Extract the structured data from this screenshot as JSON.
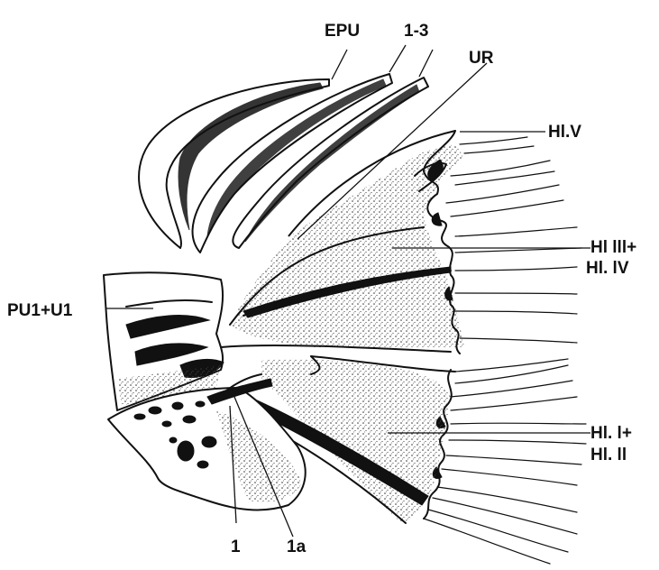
{
  "labels": {
    "epu": "EPU",
    "uroneural": "1-3",
    "ur": "UR",
    "hypural_5": "Hl.V",
    "hypural_3_4_line1": "Hl lll+",
    "hypural_3_4_line2": "Hl. lV",
    "pu1_u1": "PU1+U1",
    "hypural_1_2_line1": "Hl. l+",
    "hypural_1_2_line2": "Hl. ll",
    "parhypural_1": "1",
    "parhypural_1a": "1a"
  },
  "colors": {
    "ink": "#111111",
    "paper": "#ffffff"
  }
}
